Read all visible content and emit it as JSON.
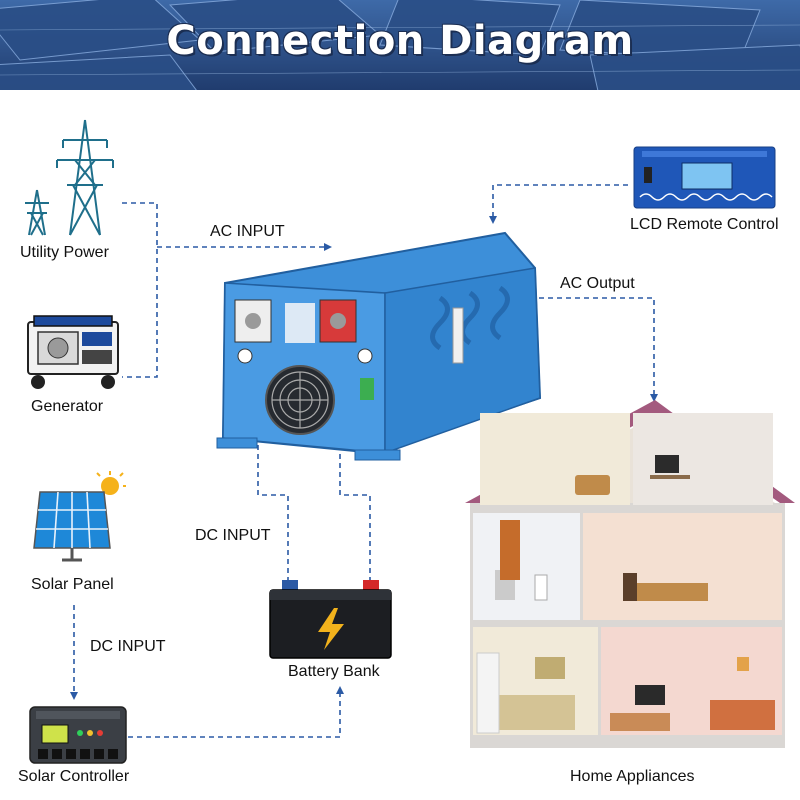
{
  "title": "Connection Diagram",
  "labels": {
    "utility_power": "Utility Power",
    "generator": "Generator",
    "solar_panel": "Solar Panel",
    "solar_controller": "Solar Controller",
    "battery_bank": "Battery Bank",
    "lcd_remote": "LCD Remote Control",
    "home_appliances": "Home Appliances"
  },
  "edge_labels": {
    "ac_input": "AC INPUT",
    "ac_output": "AC Output",
    "dc_input_battery": "DC INPUT",
    "dc_input_solar": "DC INPUT"
  },
  "colors": {
    "banner_bg": "#2f5690",
    "inverter_body": "#3d8fd9",
    "dashed_line": "#2b5aa5",
    "house_roof": "#a35a7e"
  },
  "icons": {
    "utility": "power-tower-icon",
    "generator": "generator-icon",
    "solar": "solar-panel-icon",
    "controller": "solar-controller-icon",
    "battery": "battery-icon",
    "remote": "lcd-remote-icon",
    "house": "house-icon"
  }
}
